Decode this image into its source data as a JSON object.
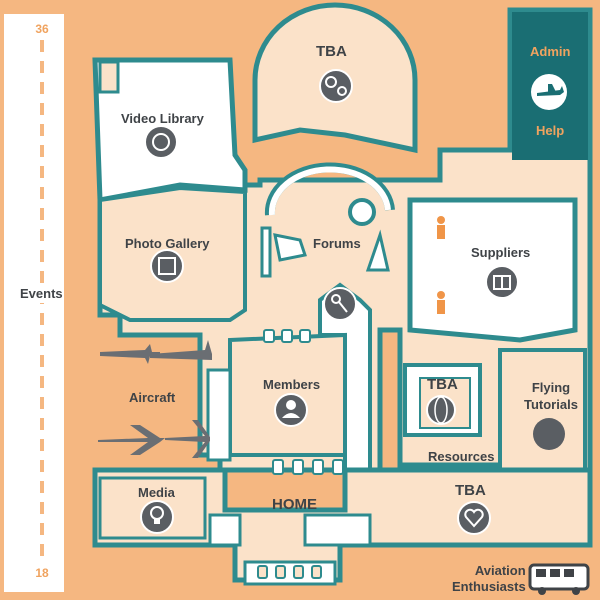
{
  "runway": {
    "top_number": "36",
    "bottom_number": "18",
    "label": "Events"
  },
  "rooms": {
    "tba_top": "TBA",
    "admin": "Admin",
    "help": "Help",
    "video_library": "Video Library",
    "photo_gallery": "Photo Gallery",
    "forums": "Forums",
    "suppliers": "Suppliers",
    "members": "Members",
    "aircraft": "Aircraft",
    "tba_middle": "TBA",
    "flying_tutorials": "Flying\nTutorials",
    "resources": "Resources",
    "media": "Media",
    "home": "HOME",
    "tba_bottom": "TBA",
    "aviation_enthusiasts": "Aviation\nEnthusiasts"
  },
  "icons": {
    "tba_top": "gears-icon",
    "admin_help": "airplane-icon",
    "video_library": "film-reel-icon",
    "photo_gallery": "photo-frame-icon",
    "suppliers": "gift-box-icon",
    "forums_entrance": "key-icon",
    "members": "portrait-icon",
    "tba_middle": "globe-icon",
    "flying_tutorials": "blank-circle-icon",
    "media": "light-bulb-icon",
    "tba_bottom": "heart-icon",
    "aviation_enthusiasts": "bus-icon"
  },
  "colors": {
    "background": "#f5b781",
    "wall": "#2e8b8e",
    "room": "#fbe2c9",
    "admin_panel": "#1a6e73",
    "icon_disc": "#5a5e63",
    "runway": "#ffffff",
    "text": "#3f4347"
  }
}
